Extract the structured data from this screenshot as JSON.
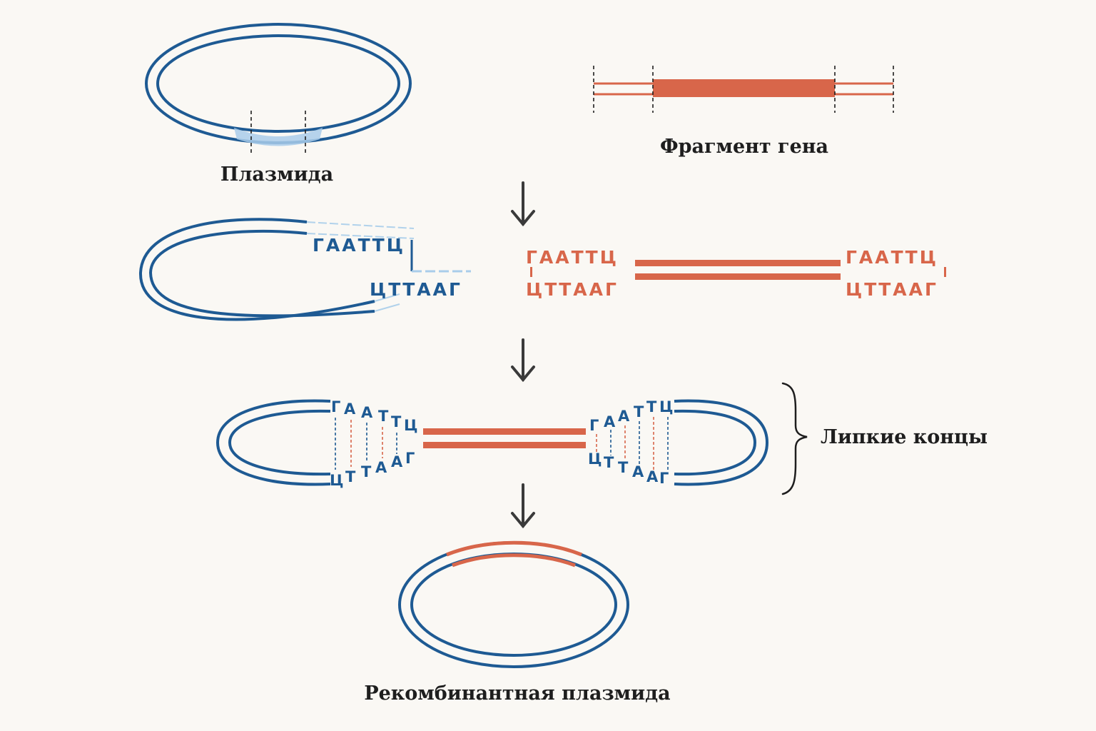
{
  "labels": {
    "plasmid": "Плазмида",
    "gene_fragment": "Фрагмент гена",
    "sticky_ends": "Липкие концы",
    "recombinant": "Рекомбинантная плазмида"
  },
  "sequences": {
    "top_strand": "ГААТТЦ",
    "bottom_strand": "ЦТТААГ"
  },
  "nucleotides": {
    "top": [
      "Г",
      "А",
      "А",
      "Т",
      "Т",
      "Ц"
    ],
    "bottom": [
      "Ц",
      "Т",
      "Т",
      "А",
      "А",
      "Г"
    ]
  },
  "colors": {
    "plasmid_blue": "#1e5a93",
    "gene_orange": "#d8664a",
    "site_highlight": "#a9cdea",
    "arrow": "#3a3a3a",
    "background": "#faf8f4"
  }
}
